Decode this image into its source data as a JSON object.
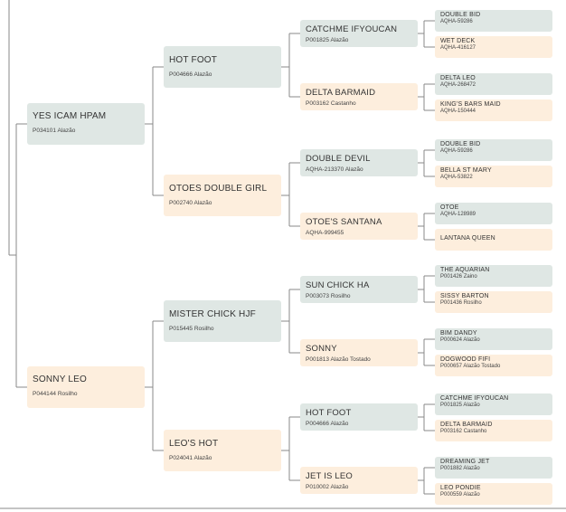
{
  "pedigree": {
    "sire": {
      "name": "YES ICAM HPAM",
      "reg": "P034101 Alazão",
      "sire": {
        "name": "HOT FOOT",
        "reg": "P004666 Alazão",
        "sire": {
          "name": "CATCHME IFYOUCAN",
          "reg": "P001825 Alazão",
          "sire": {
            "name": "DOUBLE BID",
            "reg": "AQHA-59286"
          },
          "dam": {
            "name": "WET DECK",
            "reg": "AQHA-416127"
          }
        },
        "dam": {
          "name": "DELTA BARMAID",
          "reg": "P003162 Castanho",
          "sire": {
            "name": "DELTA LEO",
            "reg": "AQHA-268472"
          },
          "dam": {
            "name": "KING'S BARS MAID",
            "reg": "AQHA-150444"
          }
        }
      },
      "dam": {
        "name": "OTOES DOUBLE GIRL",
        "reg": "P002740 Alazão",
        "sire": {
          "name": "DOUBLE DEVIL",
          "reg": "AQHA-213370 Alazão",
          "sire": {
            "name": "DOUBLE BID",
            "reg": "AQHA-59286"
          },
          "dam": {
            "name": "BELLA ST MARY",
            "reg": "AQHA-53822"
          }
        },
        "dam": {
          "name": "OTOE'S SANTANA",
          "reg": "AQHA-999455",
          "sire": {
            "name": "OTOE",
            "reg": "AQHA-128989"
          },
          "dam": {
            "name": "LANTANA QUEEN",
            "reg": ""
          }
        }
      }
    },
    "dam": {
      "name": "SONNY LEO",
      "reg": "P044144 Rosilho",
      "sire": {
        "name": "MISTER CHICK HJF",
        "reg": "P015445 Rosilho",
        "sire": {
          "name": "SUN CHICK HA",
          "reg": "P003073 Rosilho",
          "sire": {
            "name": "THE AQUARIAN",
            "reg": "P001426 Zaino"
          },
          "dam": {
            "name": "SISSY BARTON",
            "reg": "P001436 Rosilho"
          }
        },
        "dam": {
          "name": "SONNY",
          "reg": "P001813 Alazão Tostado",
          "sire": {
            "name": "BIM DANDY",
            "reg": "P000624 Alazão"
          },
          "dam": {
            "name": "DOGWOOD FIFI",
            "reg": "P000657 Alazão Tostado"
          }
        }
      },
      "dam": {
        "name": "LEO'S HOT",
        "reg": "P024041 Alazão",
        "sire": {
          "name": "HOT FOOT",
          "reg": "P004666 Alazão",
          "sire": {
            "name": "CATCHME IFYOUCAN",
            "reg": "P001825 Alazão"
          },
          "dam": {
            "name": "DELTA BARMAID",
            "reg": "P003162 Castanho"
          }
        },
        "dam": {
          "name": "JET IS LEO",
          "reg": "P010002 Alazão",
          "sire": {
            "name": "DREAMING JET",
            "reg": "P001882 Alazão"
          },
          "dam": {
            "name": "LEO PONDIE",
            "reg": "P000559 Alazão"
          }
        }
      }
    }
  },
  "colors": {
    "sire_box": "#dfe7e4",
    "dam_box": "#fdeedd",
    "connector": "#888888",
    "text": "#333333"
  }
}
